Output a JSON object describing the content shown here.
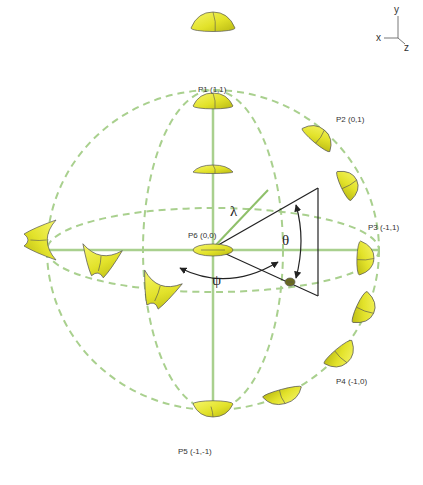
{
  "diagram": {
    "labels": [
      "y",
      "x",
      "z",
      "P1 (1,1)",
      "P2 (0,1)",
      "P3 (-1,1)",
      "P4 (-1,0)",
      "P5 (-1,-1)",
      "P6 (0,0)",
      "λ",
      "θ",
      "ψ"
    ]
  }
}
